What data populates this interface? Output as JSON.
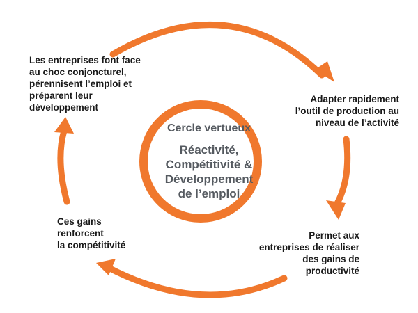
{
  "colors": {
    "accent": "#f0782d",
    "text_dark": "#1a1a1a",
    "text_grey": "#555a60"
  },
  "center": {
    "title": "Cercle vertueux",
    "subtitle": "Réactivité,\nCompétitivité &\nDéveloppement\nde l’emploi"
  },
  "steps": [
    {
      "text": "Les entreprises font face\nau choc conjoncturel,\npérennisent l’emploi et\npréparent leur\ndéveloppement"
    },
    {
      "text": "Adapter rapidement\nl’outil de production au\nniveau de l’activité"
    },
    {
      "text": "Permet aux\nentreprises de réaliser\ndes gains de\nproductivité"
    },
    {
      "text": "Ces gains\nrenforcent\nla compétitivité"
    }
  ]
}
